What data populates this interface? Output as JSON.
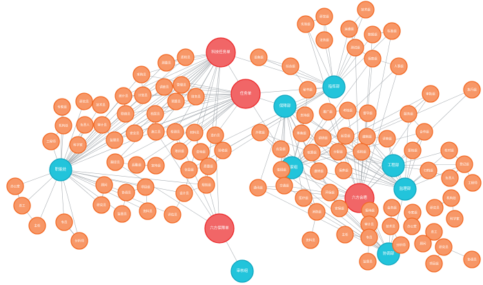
{
  "graph": {
    "colors": {
      "orange": "#F79767",
      "orange_stroke": "#F36924",
      "red": "#F16667",
      "red_stroke": "#EB2728",
      "cyan": "#22C4DB",
      "cyan_stroke": "#0FA5BE",
      "edge": "#9AA0A6",
      "label": "#FFFFFF"
    },
    "nodes": [
      {
        "id": "r1",
        "label": "科技任务单",
        "type": "red"
      },
      {
        "id": "r2",
        "label": "任务单",
        "type": "red"
      },
      {
        "id": "r3",
        "label": "六方会晤",
        "type": "red"
      },
      {
        "id": "r4",
        "label": "六方保障单",
        "type": "red"
      },
      {
        "id": "c1",
        "label": "职能处",
        "type": "cyan"
      },
      {
        "id": "c2",
        "label": "专家组",
        "type": "cyan"
      },
      {
        "id": "c3",
        "label": "指挥部",
        "type": "cyan"
      },
      {
        "id": "c4",
        "label": "工程部",
        "type": "cyan"
      },
      {
        "id": "c5",
        "label": "监理部",
        "type": "cyan"
      },
      {
        "id": "c6",
        "label": "保障部",
        "type": "cyan"
      },
      {
        "id": "c7",
        "label": "协调部",
        "type": "cyan"
      },
      {
        "id": "c8",
        "label": "审核组",
        "type": "cyan"
      }
    ],
    "hubs": {
      "c1": [
        "o1",
        "o2",
        "o3",
        "o4",
        "o5",
        "o6",
        "o7",
        "o8",
        "o9",
        "o10",
        "o11",
        "o12",
        "o13",
        "o14",
        "o15",
        "o16",
        "o17",
        "o18",
        "o19",
        "o20",
        "o21",
        "o22",
        "o23",
        "o24",
        "o25",
        "o26",
        "o27",
        "o28",
        "o29",
        "o30",
        "o31",
        "o32",
        "o33"
      ],
      "r1": [
        "o21",
        "o22",
        "o23",
        "o24",
        "o25",
        "o26",
        "o27",
        "o28",
        "o29",
        "o30",
        "o31",
        "o32",
        "o33",
        "o34",
        "o35",
        "o36",
        "o37",
        "o38",
        "o39",
        "o40"
      ],
      "r2": [
        "o25",
        "o26",
        "o27",
        "o28",
        "o29",
        "o30",
        "o31",
        "o32",
        "o33",
        "o34",
        "o35",
        "o36",
        "o37",
        "o38",
        "o39",
        "o40",
        "o41",
        "o42",
        "o43"
      ],
      "c3": [
        "o44",
        "o45",
        "o46",
        "o47",
        "o48",
        "o49",
        "o50",
        "o51",
        "o52",
        "o53",
        "o54",
        "o55",
        "o56",
        "o57",
        "o58"
      ],
      "c2": [
        "o59",
        "o60",
        "o61",
        "o62",
        "o63",
        "o64",
        "o65",
        "o66",
        "o67",
        "o68",
        "o69",
        "o70"
      ],
      "c4": [
        "o71",
        "o72",
        "o73",
        "o74",
        "o75",
        "o76",
        "o77",
        "o78",
        "o79",
        "o80"
      ],
      "c5": [
        "o66",
        "o67",
        "o68",
        "o69",
        "o70",
        "o71",
        "o72",
        "o73",
        "o74",
        "o75",
        "o76",
        "o77",
        "o78",
        "o79",
        "o80",
        "o81",
        "o82",
        "o83"
      ],
      "c6": [
        "o81",
        "o82",
        "o83",
        "o84",
        "o85",
        "o86",
        "o87",
        "o88",
        "o89",
        "o90",
        "o91"
      ],
      "r3": [
        "o55",
        "o56",
        "o57",
        "o58",
        "o59",
        "o60",
        "o61",
        "o62",
        "o63",
        "o64",
        "o65",
        "o84",
        "o85",
        "o86",
        "o87",
        "o88"
      ],
      "c7": [
        "o84",
        "o85",
        "o86",
        "o87",
        "o88",
        "o89",
        "o90",
        "o91",
        "o92",
        "o93"
      ],
      "r4": [
        "o36",
        "o37",
        "o38",
        "o39",
        "o40"
      ],
      "c8": []
    },
    "orange_labels": [
      "专家组",
      "研究员",
      "机构处",
      "负责人",
      "工程师",
      "科学家",
      "审计员",
      "技术员",
      "办公室",
      "总工",
      "主任",
      "专员",
      "分析师",
      "顾问",
      "研究员",
      "协调员",
      "监督员",
      "项目组",
      "资料员",
      "评估员",
      "设计员",
      "规划组",
      "测量员",
      "质检员",
      "调度员",
      "管理员",
      "采购员",
      "计划员",
      "统计员",
      "联络员",
      "档案员",
      "预算员",
      "财务员",
      "监理员",
      "安全员",
      "施工员",
      "检测员",
      "材料员",
      "造价员",
      "翻译员",
      "后勤组",
      "宣传组",
      "培训组",
      "咨询组",
      "验收组",
      "信息组",
      "质量组",
      "设备组",
      "综合组",
      "秘书组",
      "法务组",
      "运维组",
      "技术组",
      "研发组",
      "实验组",
      "测试组",
      "数据组",
      "标准组",
      "保密组",
      "人事组",
      "审批组",
      "执行组",
      "督导组",
      "考核组",
      "推广组",
      "服务组",
      "支持组",
      "合作组",
      "外联组",
      "筹备组",
      "调研组",
      "起草组",
      "编制组",
      "评审组",
      "复核组",
      "校对组",
      "归档组",
      "登记组",
      "核算组",
      "分配组",
      "巡检组",
      "维修组",
      "保养组",
      "应急组",
      "值班组",
      "通讯组",
      "交通组",
      "医疗组",
      "环保组",
      "消防组",
      "安保组",
      "接待组",
      "会务组"
    ]
  }
}
